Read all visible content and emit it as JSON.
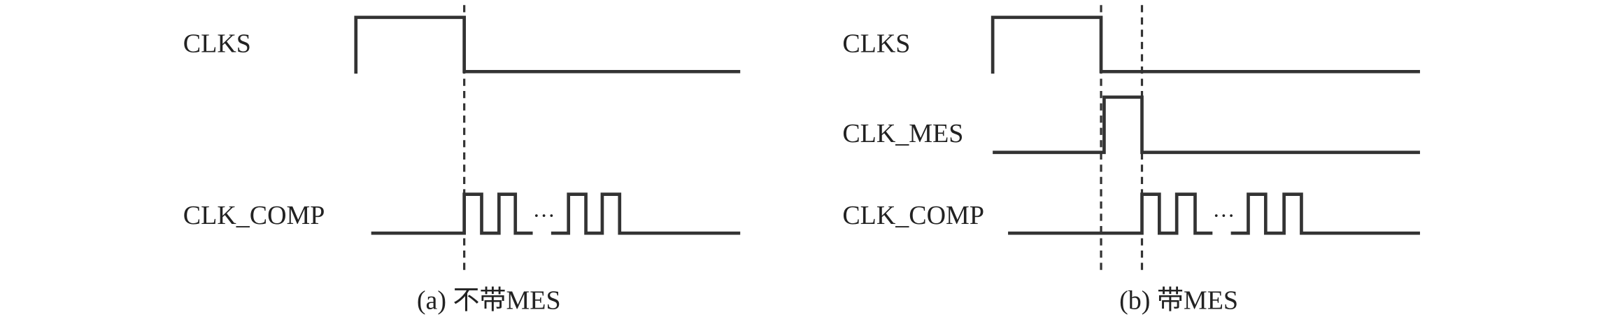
{
  "panels": [
    {
      "signals": [
        {
          "name": "CLKS"
        },
        {
          "name": "CLK_COMP"
        }
      ],
      "ellipsis": "···",
      "caption": "(a) 不带MES"
    },
    {
      "signals": [
        {
          "name": "CLKS"
        },
        {
          "name": "CLK_MES"
        },
        {
          "name": "CLK_COMP"
        }
      ],
      "ellipsis": "···",
      "caption": "(b) 带MES"
    }
  ]
}
